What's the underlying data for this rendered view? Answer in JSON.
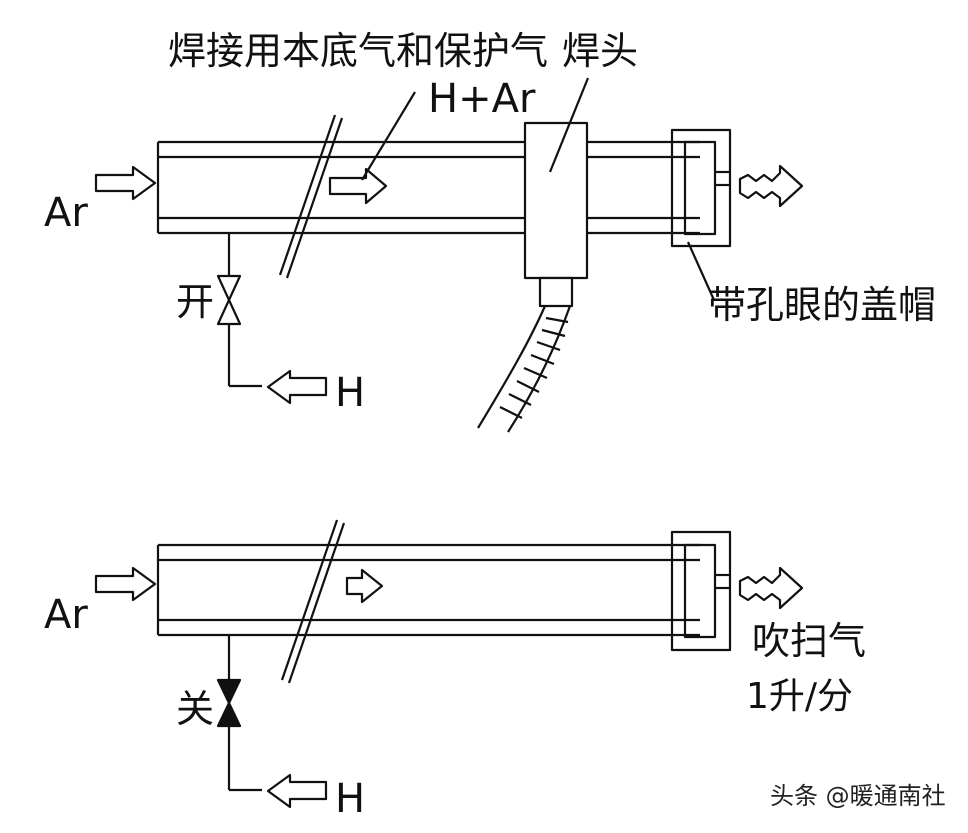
{
  "top": {
    "gas_label": "焊接用本底气和保护气",
    "mixture_label": "H+Ar",
    "torch_label": "焊头",
    "inlet_label": "Ar",
    "valve_label": "开",
    "h_label": "H",
    "cap_label": "带孔眼的盖帽"
  },
  "bottom": {
    "inlet_label": "Ar",
    "valve_label": "关",
    "h_label": "H",
    "purge_label": "吹扫气",
    "flow_label": "1升/分"
  },
  "watermark": "头条 @暖通南社"
}
